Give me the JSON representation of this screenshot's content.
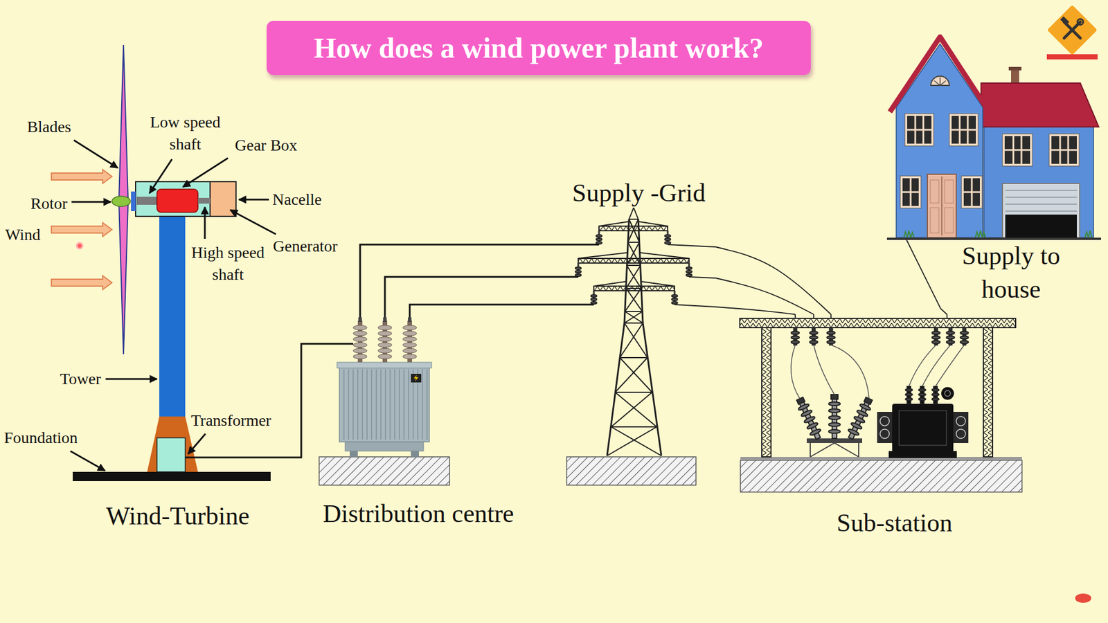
{
  "diagram": {
    "title": "How does a wind power plant work?",
    "nodes": [
      {
        "text": [
          "Wind-Turbine"
        ]
      },
      {
        "text": [
          "Distribution centre"
        ]
      },
      {
        "text": [
          "Supply -Grid"
        ]
      },
      {
        "text": [
          "Sub-station"
        ]
      },
      {
        "text": [
          "Supply to house"
        ]
      }
    ],
    "edges": [
      {
        "from": 0,
        "to": 1,
        "arrow": "none"
      },
      {
        "from": 1,
        "to": 2,
        "arrow": "none"
      },
      {
        "from": 1,
        "to": 2,
        "arrow": "none"
      },
      {
        "from": 1,
        "to": 2,
        "arrow": "none"
      },
      {
        "from": 2,
        "to": 3,
        "arrow": "none"
      },
      {
        "from": 2,
        "to": 3,
        "arrow": "none"
      },
      {
        "from": 2,
        "to": 3,
        "arrow": "none"
      },
      {
        "from": 3,
        "to": 4,
        "arrow": "none"
      }
    ],
    "labels": [
      "Blades",
      "Low speed shaft",
      "Gear Box",
      "Rotor",
      "Nacelle",
      "Wind",
      "High speed shaft",
      "Generator",
      "Tower",
      "Transformer",
      "Foundation"
    ]
  }
}
